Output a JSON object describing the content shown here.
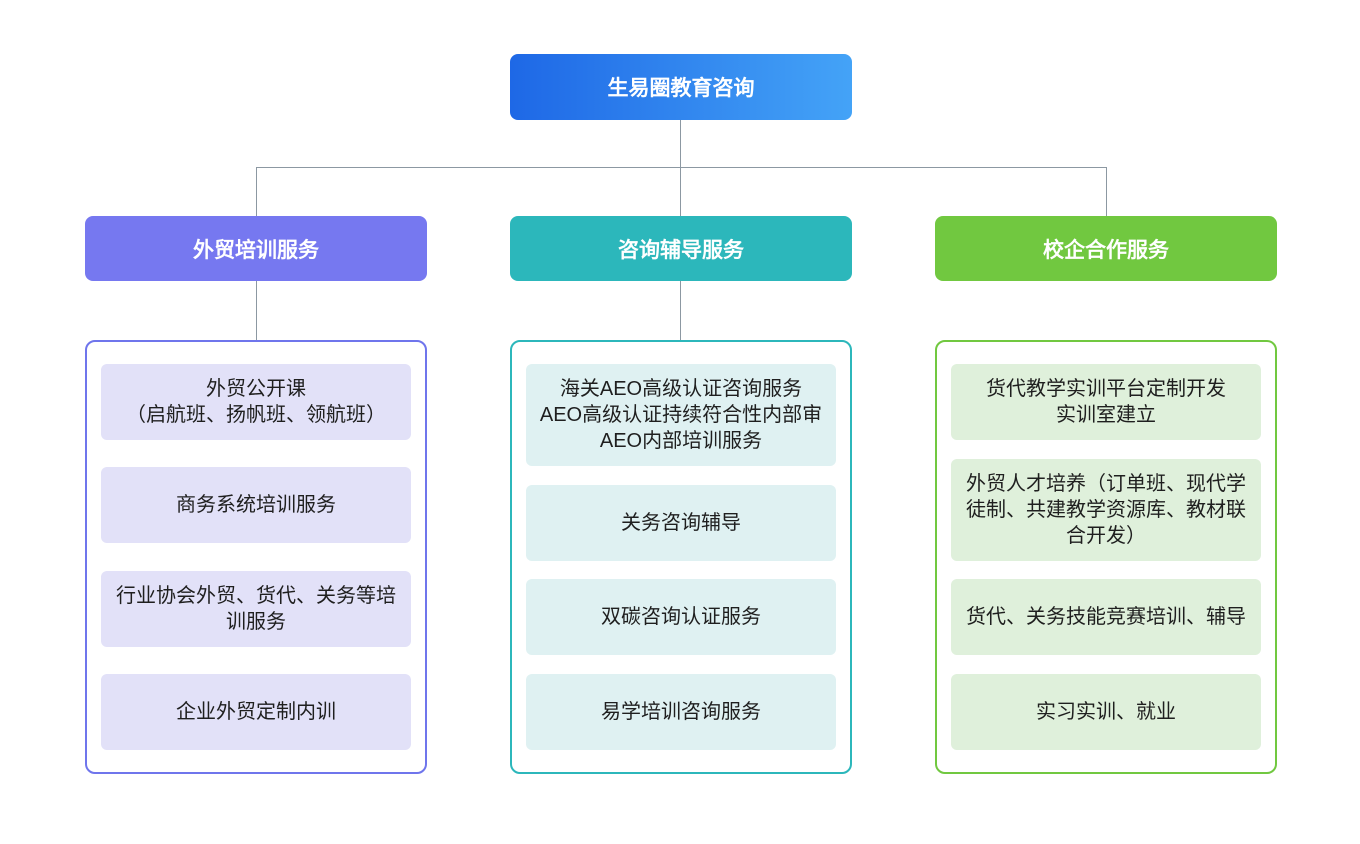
{
  "diagram": {
    "root": {
      "label": "生易圈教育咨询",
      "gradient_start": "#1e68e6",
      "gradient_end": "#44a3f7"
    },
    "connector_color": "#8c98a2",
    "branches": [
      {
        "label": "外贸培训服务",
        "header_color": "#7678f0",
        "border_color": "#6f75ec",
        "item_bg": "#e2e1f8",
        "items": [
          "外贸公开课\n（启航班、扬帆班、领航班）",
          "商务系统培训服务",
          "行业协会外贸、货代、关务等培训服务",
          "企业外贸定制内训"
        ]
      },
      {
        "label": "咨询辅导服务",
        "header_color": "#2cb7bb",
        "border_color": "#2cb7bb",
        "item_bg": "#dff1f2",
        "items": [
          "海关AEO高级认证咨询服务\nAEO高级认证持续符合性内部审\nAEO内部培训服务",
          "关务咨询辅导",
          "双碳咨询认证服务",
          "易学培训咨询服务"
        ]
      },
      {
        "label": "校企合作服务",
        "header_color": "#71c840",
        "border_color": "#71c840",
        "item_bg": "#dff0db",
        "items": [
          "货代教学实训平台定制开发\n实训室建立",
          "外贸人才培养（订单班、现代学徒制、共建教学资源库、教材联合开发）",
          "货代、关务技能竞赛培训、辅导",
          "实习实训、就业"
        ]
      }
    ]
  }
}
